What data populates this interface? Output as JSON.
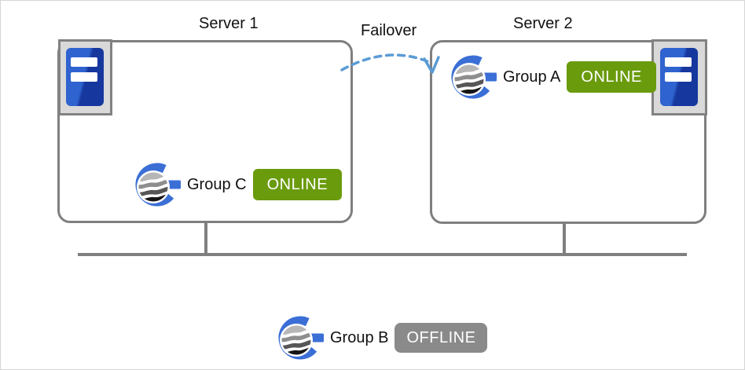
{
  "servers": [
    {
      "label": "Server 1"
    },
    {
      "label": "Server 2"
    }
  ],
  "failover": {
    "label": "Failover"
  },
  "groups": [
    {
      "label": "Group A",
      "status": "ONLINE",
      "host": "Server 2"
    },
    {
      "label": "Group B",
      "status": "OFFLINE",
      "host": "network (not hosted)"
    },
    {
      "label": "Group C",
      "status": "ONLINE",
      "host": "Server 1"
    }
  ],
  "icons": {
    "server": "server-tower-icon",
    "group": "failover-group-icon",
    "arrow": "failover-arrow-icon"
  },
  "colors": {
    "online_green": "#6a9b0d",
    "offline_gray": "#8a8a8a",
    "failover_arrow_blue": "#5b9bd5",
    "box_and_line_gray": "#7f7f7f",
    "group_icon_blue": "#3b6fd6",
    "server_icon_blue_light": "#2f63cf",
    "server_icon_blue_dark": "#16379e"
  }
}
